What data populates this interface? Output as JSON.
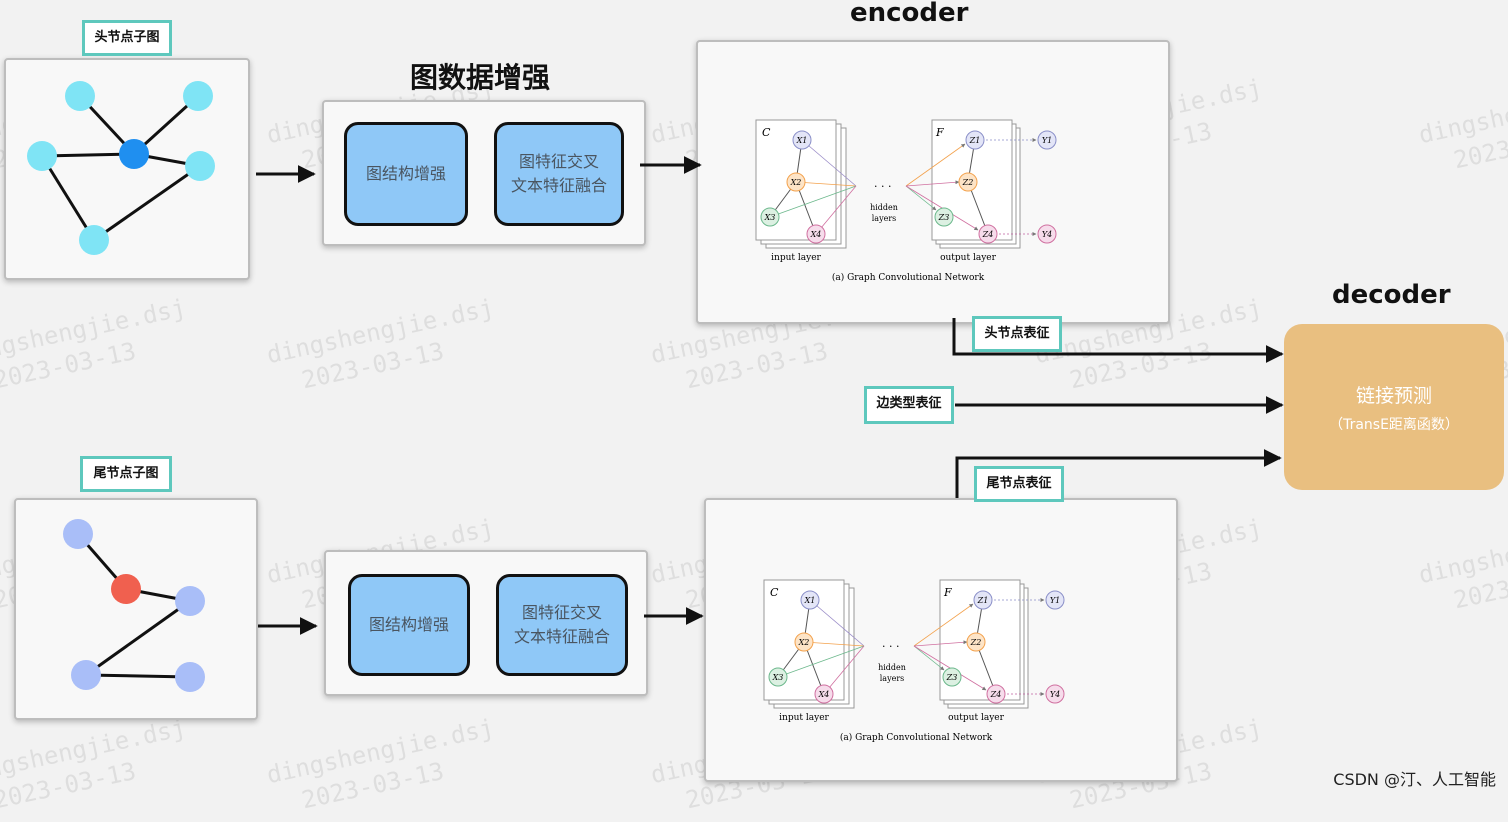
{
  "head_graph": {
    "tag": "头节点子图"
  },
  "tail_graph": {
    "tag": "尾节点子图"
  },
  "augment": {
    "title": "图数据增强",
    "structure_label": "图结构增强",
    "feature_label": "图特征交叉\n文本特征融合"
  },
  "encoder": {
    "title": "encoder"
  },
  "gcn": {
    "c_label": "C",
    "f_label": "F",
    "inputs": [
      "X1",
      "X2",
      "X3",
      "X4"
    ],
    "outputs": [
      "Z1",
      "Z2",
      "Z3",
      "Z4"
    ],
    "y_labels": [
      "Y1",
      "Y4"
    ],
    "dots": "· · ·",
    "hidden_line1": "hidden",
    "hidden_line2": "layers",
    "input_layer": "input layer",
    "output_layer": "output layer",
    "caption": "(a) Graph Convolutional Network"
  },
  "representations": {
    "head": "头节点表征",
    "edge": "边类型表征",
    "tail": "尾节点表征"
  },
  "decoder": {
    "title": "decoder",
    "main": "链接预测",
    "sub": "（TransE距离函数）"
  },
  "watermark": {
    "line1": "dingshengjie.dsj",
    "line2": "2023-03-13"
  },
  "credit": "CSDN @汀、人工智能",
  "colors": {
    "tag_border": "#5ec8bd",
    "augment_box": "#8fc8f7",
    "decoder_box": "#e9bf80",
    "head_center_node": "#1f8ff0",
    "head_nodes": "#7fe4f5",
    "tail_center_node": "#f0604f",
    "tail_nodes": "#a9bef8"
  }
}
